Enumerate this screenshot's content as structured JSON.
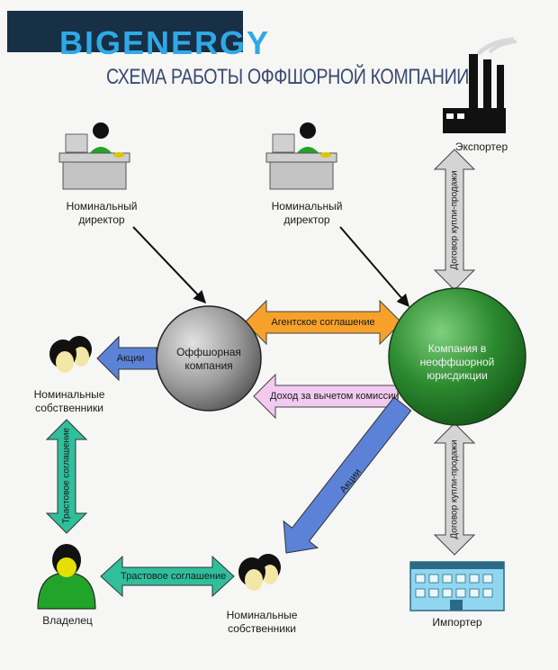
{
  "logo": {
    "text": "BIGENERGY"
  },
  "title": "СХЕМА РАБОТЫ ОФФШОРНОЙ КОМПАНИИ",
  "nodes": {
    "director_left": "Номинальный директор",
    "director_right": "Номинальный директор",
    "offshore_company": "Оффшорная компания",
    "company_nonoffshore": "Компания в неоффшорной юрисдикции",
    "exporter": "Экспортер",
    "importer": "Импортер",
    "owners_left": "Номинальные собственники",
    "owners_bottom": "Номинальные собственники",
    "owner": "Владелец"
  },
  "arrows": {
    "agent_agreement": "Агентское соглашение",
    "income": "Доход за вычетом комиссии",
    "shares_left": "Акции",
    "shares_diag": "Акции",
    "trust_vertical": "Трастовое соглашение",
    "trust_horizontal": "Трастовое соглашение",
    "contract_top": "Договор купли-продажи",
    "contract_bottom": "Договор купли-продажи"
  },
  "colors": {
    "orange": "#f7a12a",
    "pink": "#f2c9ef",
    "blue": "#5b82d6",
    "teal": "#2fbf9b",
    "grey_arrow": "#cfcfcf",
    "circle_grey": "#8e8e8e",
    "circle_green": "#2e7d32",
    "person_green": "#22a32a"
  }
}
